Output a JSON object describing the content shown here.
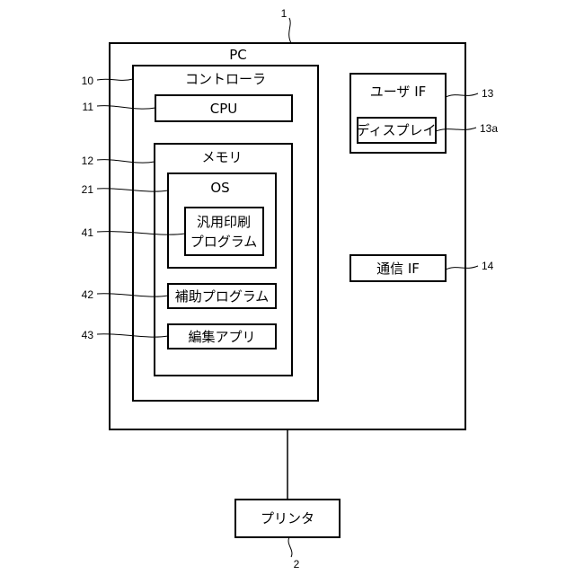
{
  "diagram": {
    "pc": {
      "label": "PC",
      "ref": "1"
    },
    "controller": {
      "label": "コントローラ",
      "ref": "10"
    },
    "cpu": {
      "label": "CPU",
      "ref": "11"
    },
    "memory": {
      "label": "メモリ",
      "ref": "12"
    },
    "os": {
      "label": "OS",
      "ref": "21"
    },
    "generic_print_program": {
      "label_line1": "汎用印刷",
      "label_line2": "プログラム",
      "ref": "41"
    },
    "auxiliary_program": {
      "label": "補助プログラム",
      "ref": "42"
    },
    "editing_app": {
      "label": "編集アプリ",
      "ref": "43"
    },
    "user_if": {
      "label": "ユーザ IF",
      "ref": "13"
    },
    "display": {
      "label": "ディスプレイ",
      "ref": "13a"
    },
    "comm_if": {
      "label": "通信 IF",
      "ref": "14"
    },
    "printer": {
      "label": "プリンタ",
      "ref": "2"
    }
  }
}
